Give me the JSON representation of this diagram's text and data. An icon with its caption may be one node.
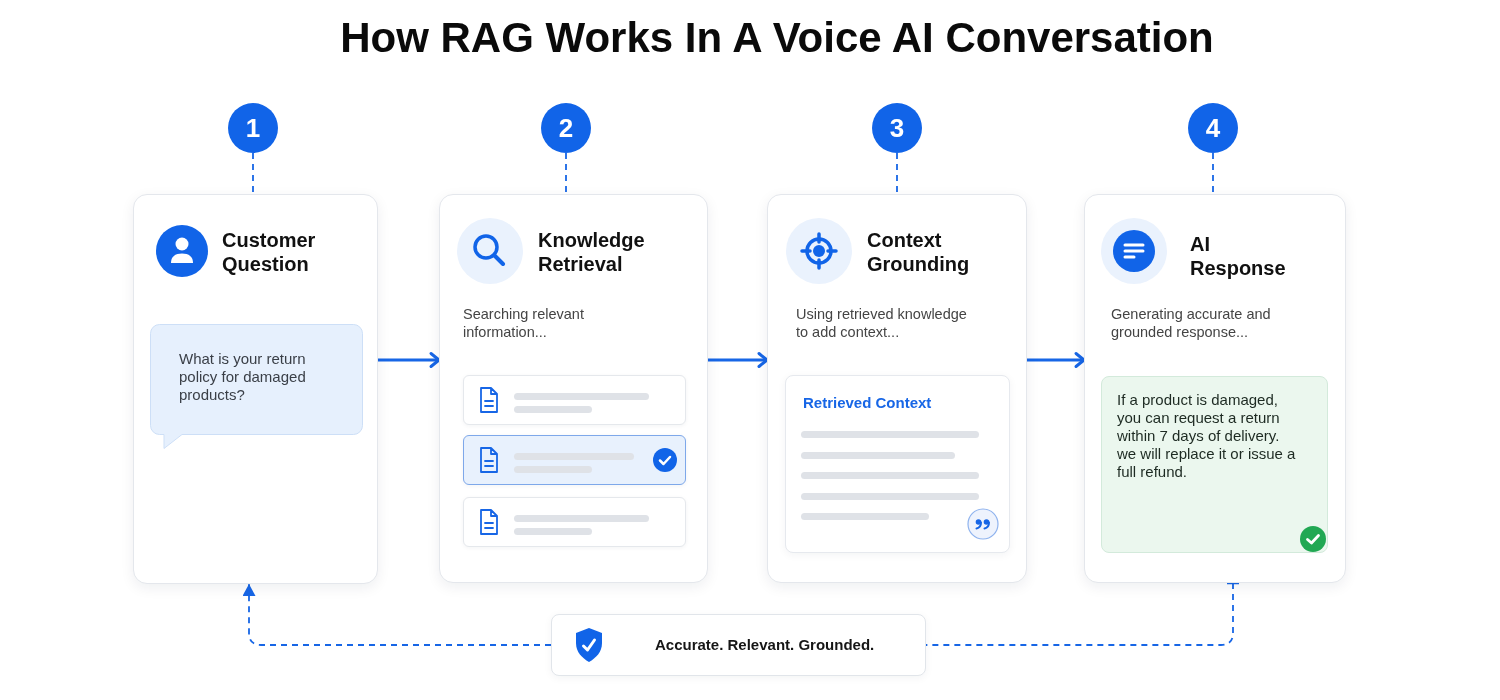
{
  "diagram": {
    "title": "How RAG Works In A Voice AI Conversation",
    "nodes": [
      {
        "text": [
          "1"
        ]
      },
      {
        "text": [
          "Customer Question"
        ]
      },
      {
        "text": [
          "What is your return policy for damaged products?"
        ],
        "in": 1
      },
      {
        "text": [
          "2"
        ]
      },
      {
        "text": [
          "Knowledge Retrieval",
          "Searching relevant information..."
        ]
      },
      {
        "text": [
          "3"
        ]
      },
      {
        "text": [
          "Context Grounding",
          "Using retrieved knowledge to add context..."
        ]
      },
      {
        "text": [
          "Retrieved Context"
        ],
        "in": 6
      },
      {
        "text": [
          "4"
        ]
      },
      {
        "text": [
          "AI Response",
          "Generating accurate and grounded response..."
        ]
      },
      {
        "text": [
          "If a product is damaged, you can request a return within 7 days of delivery. we will replace it or issue a full refund."
        ],
        "in": 9
      },
      {
        "text": [
          "Accurate. Relevant. Grounded."
        ]
      }
    ],
    "edges": [
      {
        "from": 0,
        "to": 1,
        "arrow": "none",
        "style": "dashed"
      },
      {
        "from": 3,
        "to": 4,
        "arrow": "none",
        "style": "dashed"
      },
      {
        "from": 5,
        "to": 6,
        "arrow": "none",
        "style": "dashed"
      },
      {
        "from": 8,
        "to": 9,
        "arrow": "none",
        "style": "dashed"
      },
      {
        "from": 1,
        "to": 4,
        "arrow": "to"
      },
      {
        "from": 4,
        "to": 6,
        "arrow": "to"
      },
      {
        "from": 6,
        "to": 9,
        "arrow": "to"
      },
      {
        "from": 9,
        "to": 11,
        "arrow": "other",
        "style": "dashed"
      },
      {
        "from": 11,
        "to": 1,
        "arrow": "to",
        "style": "dashed"
      }
    ]
  }
}
